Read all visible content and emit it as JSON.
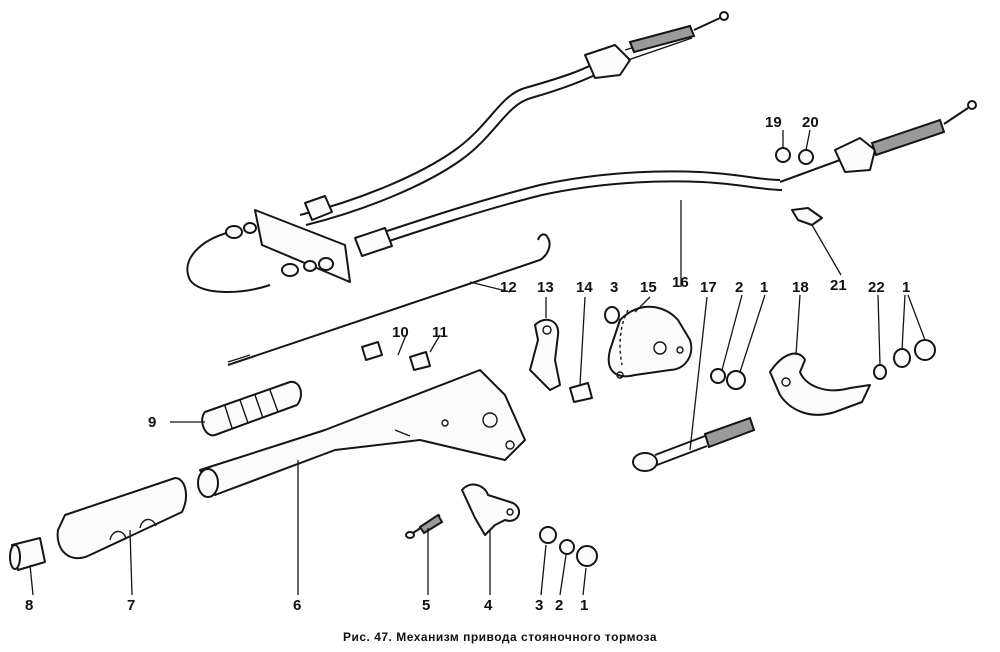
{
  "figure": {
    "caption": "Рис. 47. Механизм привода стояночного тормоза"
  },
  "callouts": {
    "c1a": "1",
    "c1b": "1",
    "c1c": "1",
    "c2a": "2",
    "c2b": "2",
    "c3a": "3",
    "c3b": "3",
    "c4": "4",
    "c5": "5",
    "c6": "6",
    "c7": "7",
    "c8": "8",
    "c9": "9",
    "c10": "10",
    "c11": "11",
    "c12": "12",
    "c13": "13",
    "c14": "14",
    "c15": "15",
    "c16": "16",
    "c17": "17",
    "c18": "18",
    "c19": "19",
    "c20": "20",
    "c21": "21",
    "c22": "22"
  }
}
